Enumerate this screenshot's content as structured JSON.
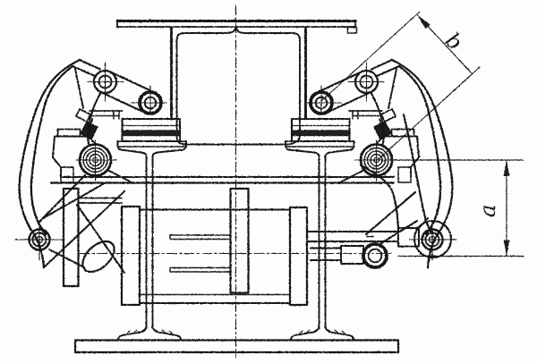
{
  "figure": {
    "type": "technical-drawing",
    "subject": "rail clamp mechanism - front elevation",
    "background_color": "#fdfdfc",
    "line_color": "#1a1a1a",
    "dimension_labels": {
      "a": "a",
      "b": "b"
    }
  }
}
